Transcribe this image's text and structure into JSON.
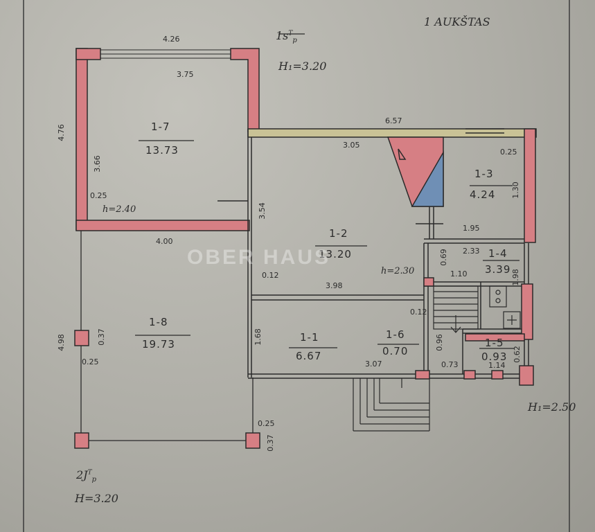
{
  "title": "1 AUKŠTAS",
  "floor_top": {
    "code": "1s",
    "sup": "T",
    "sub": "p",
    "height": "H₁=3.20"
  },
  "floor_bottom": {
    "code": "2J",
    "sup": "T",
    "sub": "p",
    "height": "H=3.20"
  },
  "stair_height": "H₁=2.50",
  "watermark": "OBER HAUS",
  "rooms": [
    {
      "id": "1-7",
      "area": "13.73"
    },
    {
      "id": "1-2",
      "area": "13.20"
    },
    {
      "id": "1-3",
      "area": "4.24"
    },
    {
      "id": "1-4",
      "area": "3.39"
    },
    {
      "id": "1-8",
      "area": "19.73"
    },
    {
      "id": "1-1",
      "area": "6.67"
    },
    {
      "id": "1-6",
      "area": "0.70"
    },
    {
      "id": "1-5",
      "area": "0.93"
    }
  ],
  "dims": {
    "d426": "4.26",
    "d375": "3.75",
    "d476": "4.76",
    "d366": "3.66",
    "d025a": "0.25",
    "h240": "h=2.40",
    "d400": "4.00",
    "d657": "6.57",
    "d305": "3.05",
    "d025b": "0.25",
    "d130": "1.30",
    "d354": "3.54",
    "d195": "1.95",
    "d233": "2.33",
    "d069": "0.69",
    "h230": "h=2.30",
    "d110": "1.10",
    "d198": "1.98",
    "d012a": "0.12",
    "d398": "3.98",
    "d012b": "0.12",
    "d498": "4.98",
    "d037a": "0.37",
    "d025c": "0.25",
    "d168": "1.68",
    "d096": "0.96",
    "d307": "3.07",
    "d073": "0.73",
    "d114": "1.14",
    "d062": "0.62",
    "d025d": "0.25",
    "d037b": "0.37"
  },
  "colors": {
    "wall_red": "#d67f84",
    "wall_blue": "#6f8fb5",
    "line": "#2a2a2a",
    "paper": "#b4b3ac"
  }
}
